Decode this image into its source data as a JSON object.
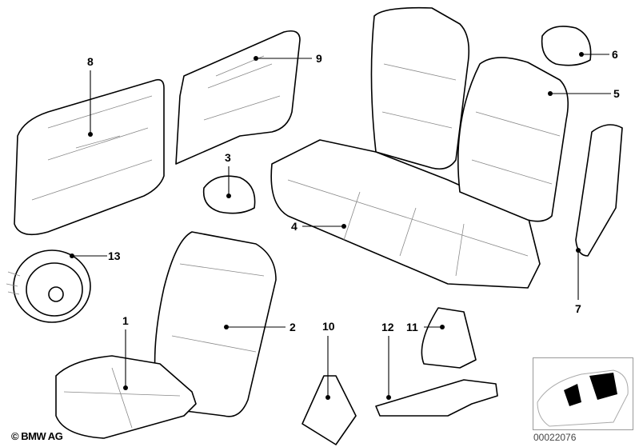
{
  "callouts": [
    "1",
    "2",
    "3",
    "4",
    "5",
    "6",
    "7",
    "8",
    "9",
    "10",
    "11",
    "12",
    "13"
  ],
  "copyright": "© BMW AG",
  "diagram_id": "00022076"
}
